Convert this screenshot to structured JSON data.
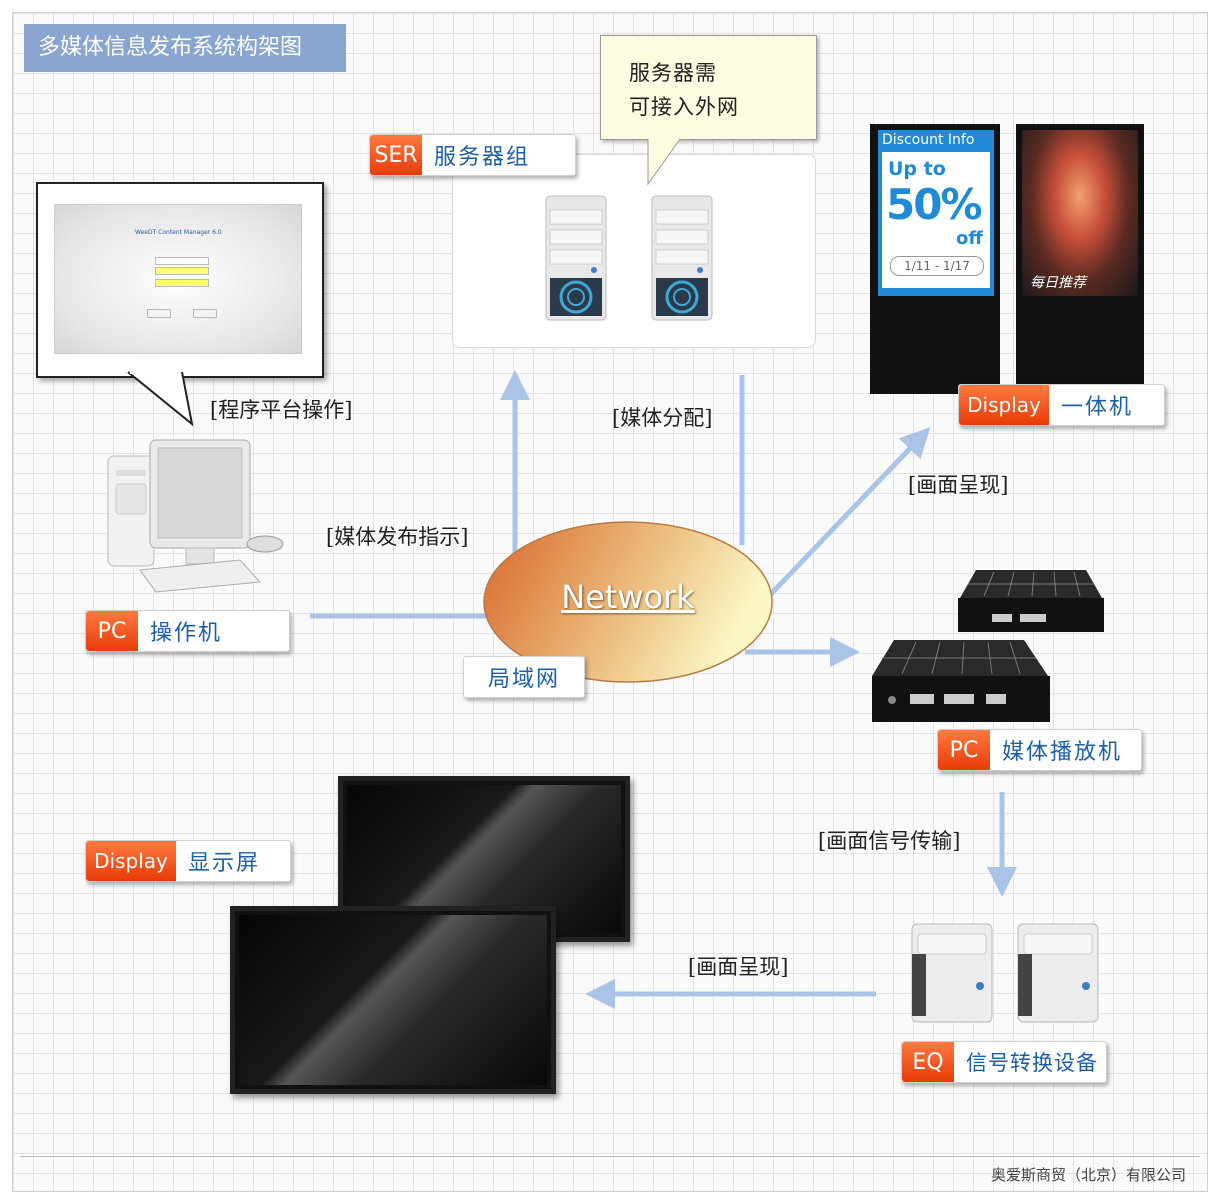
{
  "title": "多媒体信息发布系统构架图",
  "note": {
    "line1": "服务器需",
    "line2": "可接入外网"
  },
  "server_group": {
    "code": "SER",
    "label": "服务器组"
  },
  "operator_pc": {
    "code": "PC",
    "label": "操作机"
  },
  "kiosk": {
    "code": "Display",
    "label": "一体机"
  },
  "media_player": {
    "code": "PC",
    "label": "媒体播放机"
  },
  "display_screen": {
    "code": "Display",
    "label": "显示屏"
  },
  "converter": {
    "code": "EQ",
    "label": "信号转换设备"
  },
  "network": {
    "label": "Network",
    "lan_label": "局域网"
  },
  "captions": {
    "platform_op": "[程序平台操作]",
    "media_distribution": "[媒体分配]",
    "publish_command": "[媒体发布指示]",
    "render_kiosk": "[画面呈现]",
    "signal_transfer": "[画面信号传输]",
    "render_display": "[画面呈现]"
  },
  "kiosk_ad": {
    "header": "Discount Info",
    "up_to": "Up to",
    "percent": "50%",
    "off": "off",
    "dates": "1/11 - 1/17",
    "daily": "每日推荐"
  },
  "login_screen": {
    "product": "WeeDT Content Manager 6.0"
  },
  "footer": "奥爱斯商贸（北京）有限公司",
  "colors": {
    "arrow": "#a9c4e6",
    "tag_code": "#f05a1e",
    "tag_label": "#1d5ea8",
    "title_bg": "#8aa5cf"
  }
}
